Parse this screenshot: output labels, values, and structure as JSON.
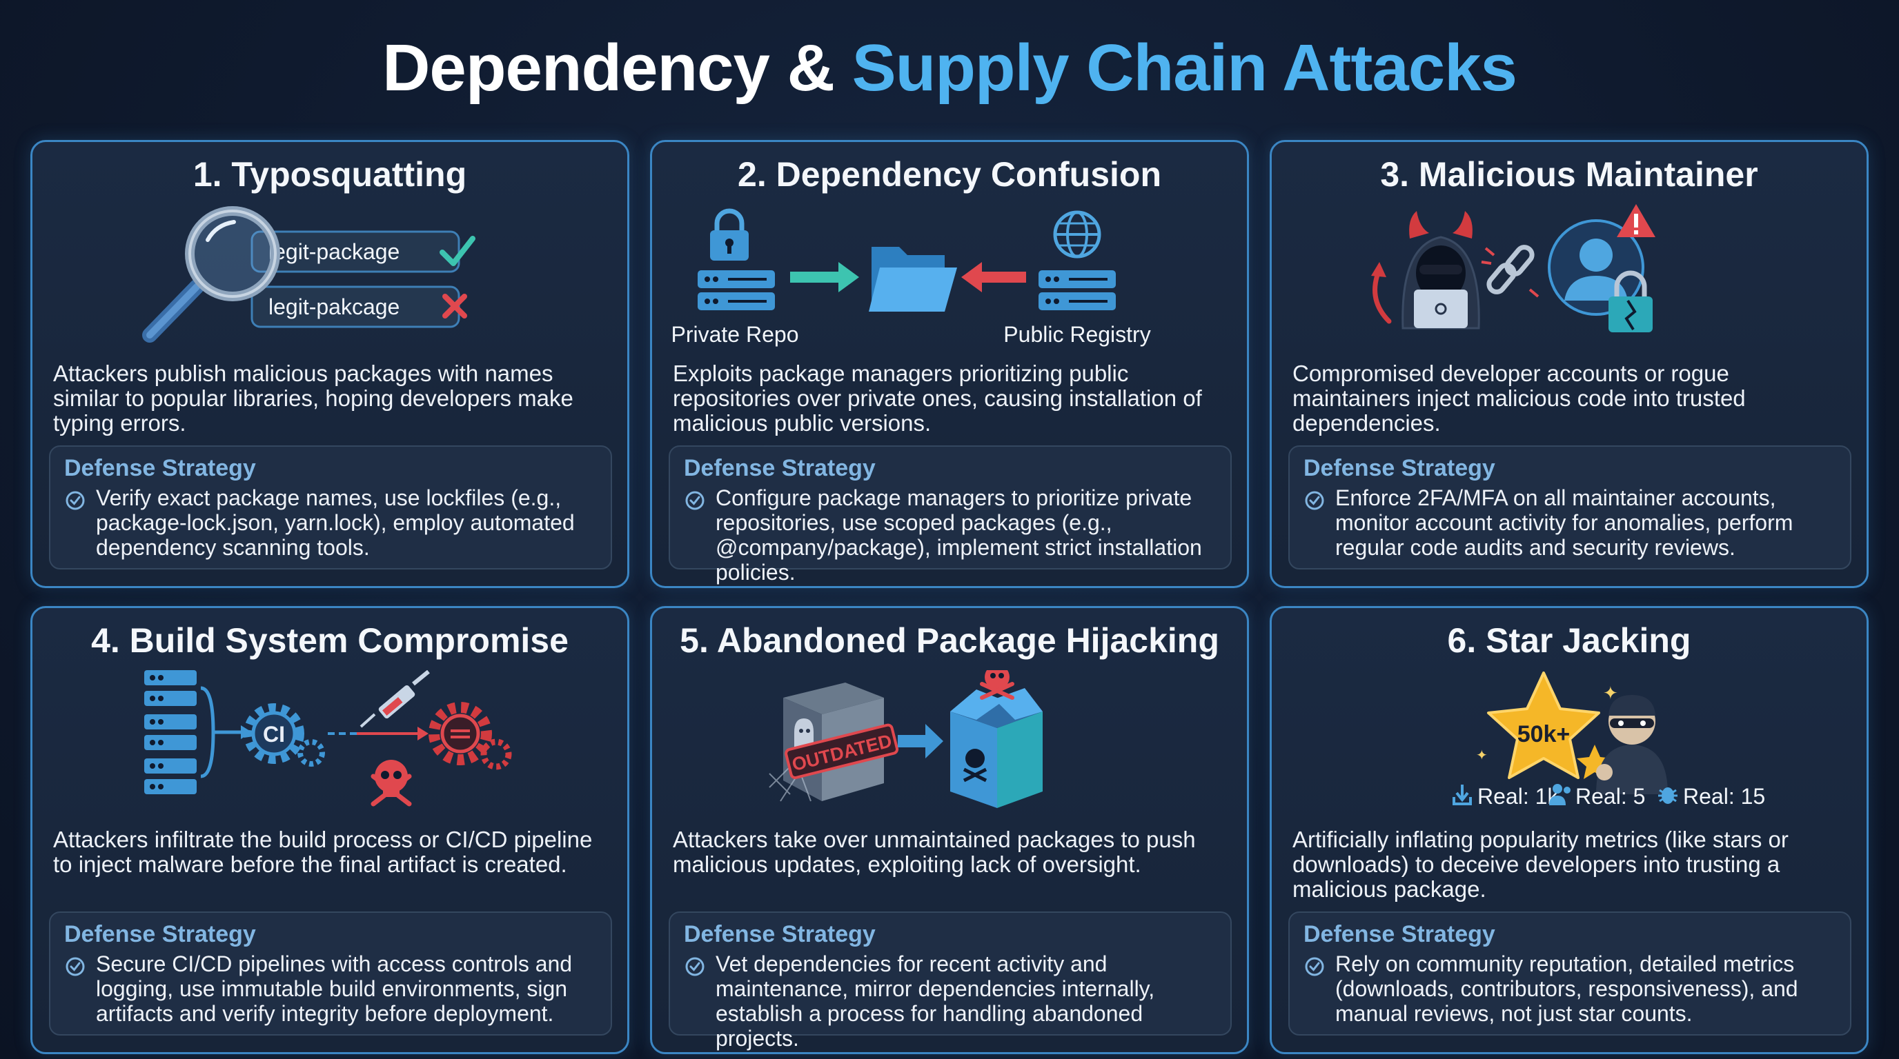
{
  "title": {
    "part1": "Dependency &",
    "part2": "Supply Chain Attacks"
  },
  "colors": {
    "accent": "#4fb3f0",
    "border": "#3b86c4",
    "defense_label": "#82b6e2",
    "danger": "#e0484e",
    "ok": "#3dc4b0"
  },
  "defense_label": "Defense Strategy",
  "cards": [
    {
      "title": "1. Typosquatting",
      "icons": [
        "magnifier-icon",
        "check-icon",
        "cross-icon"
      ],
      "pill_good": "legit-package",
      "pill_bad": "legit-pakcage",
      "description": "Attackers publish malicious packages with names similar to popular libraries, hoping developers make typing errors.",
      "defense": "Verify exact package names, use lockfiles (e.g., package-lock.json, yarn.lock), employ automated dependency scanning tools."
    },
    {
      "title": "2. Dependency Confusion",
      "icons": [
        "lock-server-icon",
        "folder-icon",
        "globe-server-icon"
      ],
      "label_left": "Private Repo",
      "label_right": "Public Registry",
      "description": "Exploits package managers prioritizing public repositories over private ones, causing installation of malicious public versions.",
      "defense": "Configure package managers to prioritize private repositories, use scoped packages (e.g., @company/package), implement strict installation policies."
    },
    {
      "title": "3. Malicious Maintainer",
      "icons": [
        "hacker-devil-icon",
        "broken-link-icon",
        "user-alert-icon",
        "broken-lock-icon"
      ],
      "description": "Compromised developer accounts or rogue maintainers inject malicious code into trusted dependencies.",
      "defense": "Enforce 2FA/MFA on all maintainer accounts, monitor account activity for anomalies, perform regular code audits and security reviews."
    },
    {
      "title": "4. Build System Compromise",
      "icons": [
        "server-stack-icon",
        "ci-gear-icon",
        "syringe-icon",
        "skull-icon",
        "gear-icon"
      ],
      "ci_label": "CI",
      "description": "Attackers infiltrate the build process or CI/CD pipeline to inject malware before the final artifact is created.",
      "defense": "Secure CI/CD pipelines with access controls and logging, use immutable build environments, sign artifacts and verify integrity before deployment."
    },
    {
      "title": "5. Abandoned Package Hijacking",
      "icons": [
        "abandoned-box-icon",
        "arrow-icon",
        "malicious-box-icon"
      ],
      "stamp": "OUTDATED",
      "description": "Attackers take over unmaintained packages to push malicious updates, exploiting lack of oversight.",
      "defense": "Vet dependencies for recent activity and maintenance, mirror dependencies internally, establish a process for handling abandoned projects."
    },
    {
      "title": "6. Star Jacking",
      "icons": [
        "star-icon",
        "thief-icon",
        "download-icon",
        "users-icon",
        "bug-icon"
      ],
      "star_count": "50k+",
      "metrics": [
        "Real: 1k",
        "Real: 5",
        "Real: 15"
      ],
      "description": "Artificially inflating popularity metrics (like stars or downloads) to deceive developers into trusting a malicious package.",
      "defense": "Rely on community reputation, detailed metrics (downloads, contributors, responsiveness), and manual reviews, not just star counts."
    }
  ]
}
